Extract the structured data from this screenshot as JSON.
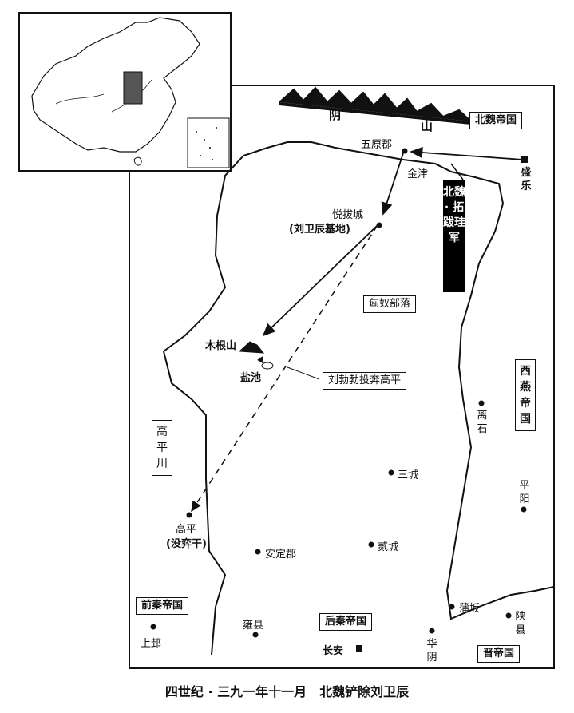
{
  "caption": "四世纪 · 三九一年十一月　北魏铲除刘卫辰",
  "states": {
    "northern_wei": "北魏帝国",
    "western_yan": "西燕帝国",
    "former_qin": "前秦帝国",
    "later_qin": "后秦帝国",
    "jin": "晋帝国"
  },
  "mountains": {
    "yin_shan_1": "阴",
    "yin_shan_2": "山",
    "mugen": "木根山"
  },
  "places": {
    "wuyuan": "五原郡",
    "jinjin": "金津",
    "shengle": "盛乐",
    "yueba": "悦拔城",
    "yueba_note": "(刘卫辰基地)",
    "yanchi": "盐池",
    "gaoping": "高平",
    "gaoping_note": "(没弈干)",
    "gaopingchuan": "高平川",
    "sancheng": "三城",
    "erchen": "贰城",
    "anding": "安定郡",
    "yongxian": "雍县",
    "shanggui": "上邽",
    "changan": "长安",
    "huayin": "华阴",
    "puban": "蒲坂",
    "shaanxian": "陕县",
    "lishi": "离石",
    "pingyang": "平阳",
    "xiongnu": "匈奴部落"
  },
  "annotations": {
    "army": "北魏 · 拓跋珪军",
    "flee": "刘勃勃投奔高平"
  }
}
